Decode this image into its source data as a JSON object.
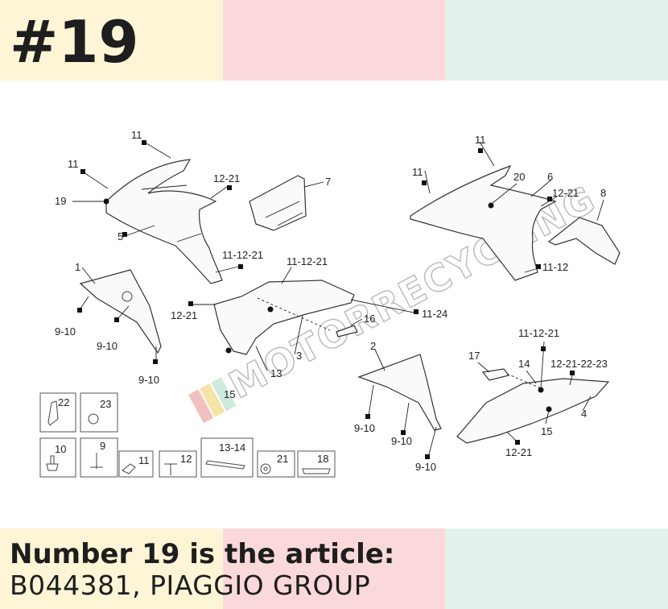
{
  "header": {
    "number_title": "#19"
  },
  "footer": {
    "caption_line1": "Number 19 is the article:",
    "caption_line2": "B044381, PIAGGIO GROUP"
  },
  "watermark": {
    "text": "MOTORRECYCLING"
  },
  "callouts": {
    "c1": "11",
    "c2": "11",
    "c3": "19",
    "c4": "12-21",
    "c5": "5",
    "c6": "7",
    "c7": "11-12-21",
    "c8": "1",
    "c9": "9-10",
    "c10": "9-10",
    "c11": "9-10",
    "c12": "11-12-21",
    "c13": "12-21",
    "c14": "11-24",
    "c15": "16",
    "c16": "3",
    "c17": "13",
    "c18": "15",
    "c19": "11",
    "c20": "11",
    "c21": "20",
    "c22": "6",
    "c23": "12-21",
    "c24": "8",
    "c25": "11-12",
    "c26": "2",
    "c27": "9-10",
    "c28": "9-10",
    "c29": "9-10",
    "c30": "11-12-21",
    "c31": "17",
    "c32": "14",
    "c33": "12-21-22-23",
    "c34": "4",
    "c35": "15",
    "c36": "12-21"
  },
  "hardware": {
    "h22": "22",
    "h23": "23",
    "h10": "10",
    "h9": "9",
    "h11": "11",
    "h12": "12",
    "h1314": "13-14",
    "h21": "21",
    "h18": "18"
  },
  "colors": {
    "band_yellow": "#fef5d6",
    "band_pink": "#fbd9da",
    "band_mint": "#e3f3ec",
    "text": "#1e1e1e"
  }
}
